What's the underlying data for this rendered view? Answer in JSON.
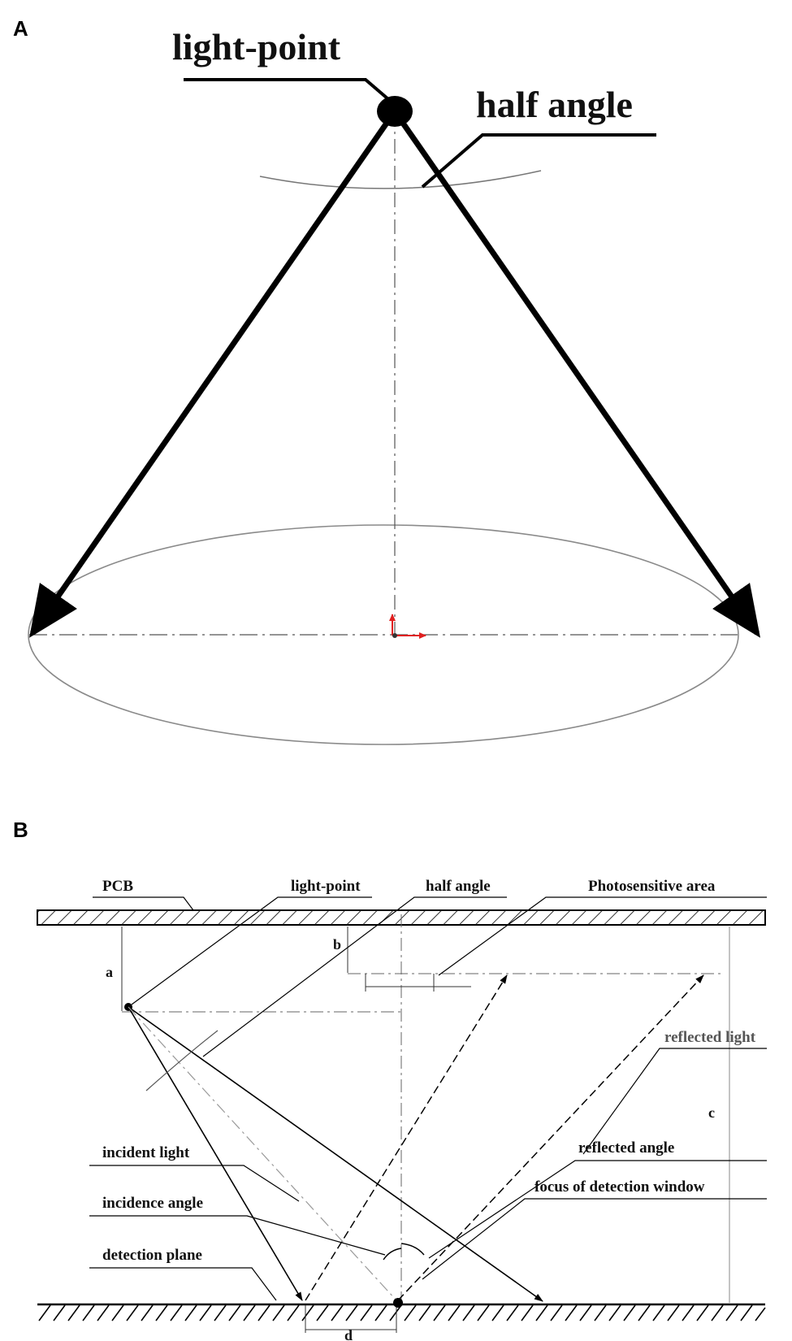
{
  "panel_a": {
    "letter": "A",
    "labels": {
      "light_point": "light-point",
      "half_angle": "half angle"
    }
  },
  "panel_b": {
    "letter": "B",
    "labels": {
      "pcb": "PCB",
      "light_point": "light-point",
      "half_angle": "half angle",
      "photosensitive_area": "Photosensitive area",
      "reflected_light": "reflected light",
      "reflected_angle": "reflected angle",
      "focus_of_detection_window": "focus of detection window",
      "incident_light": "incident light",
      "incidence_angle": "incidence angle",
      "detection_plane": "detection plane"
    },
    "dimensions": {
      "a": "a",
      "b": "b",
      "c": "c",
      "d": "d"
    }
  },
  "colors": {
    "ink": "#000000",
    "thin_line": "#7a7a7a",
    "marker_red": "#e02020"
  }
}
